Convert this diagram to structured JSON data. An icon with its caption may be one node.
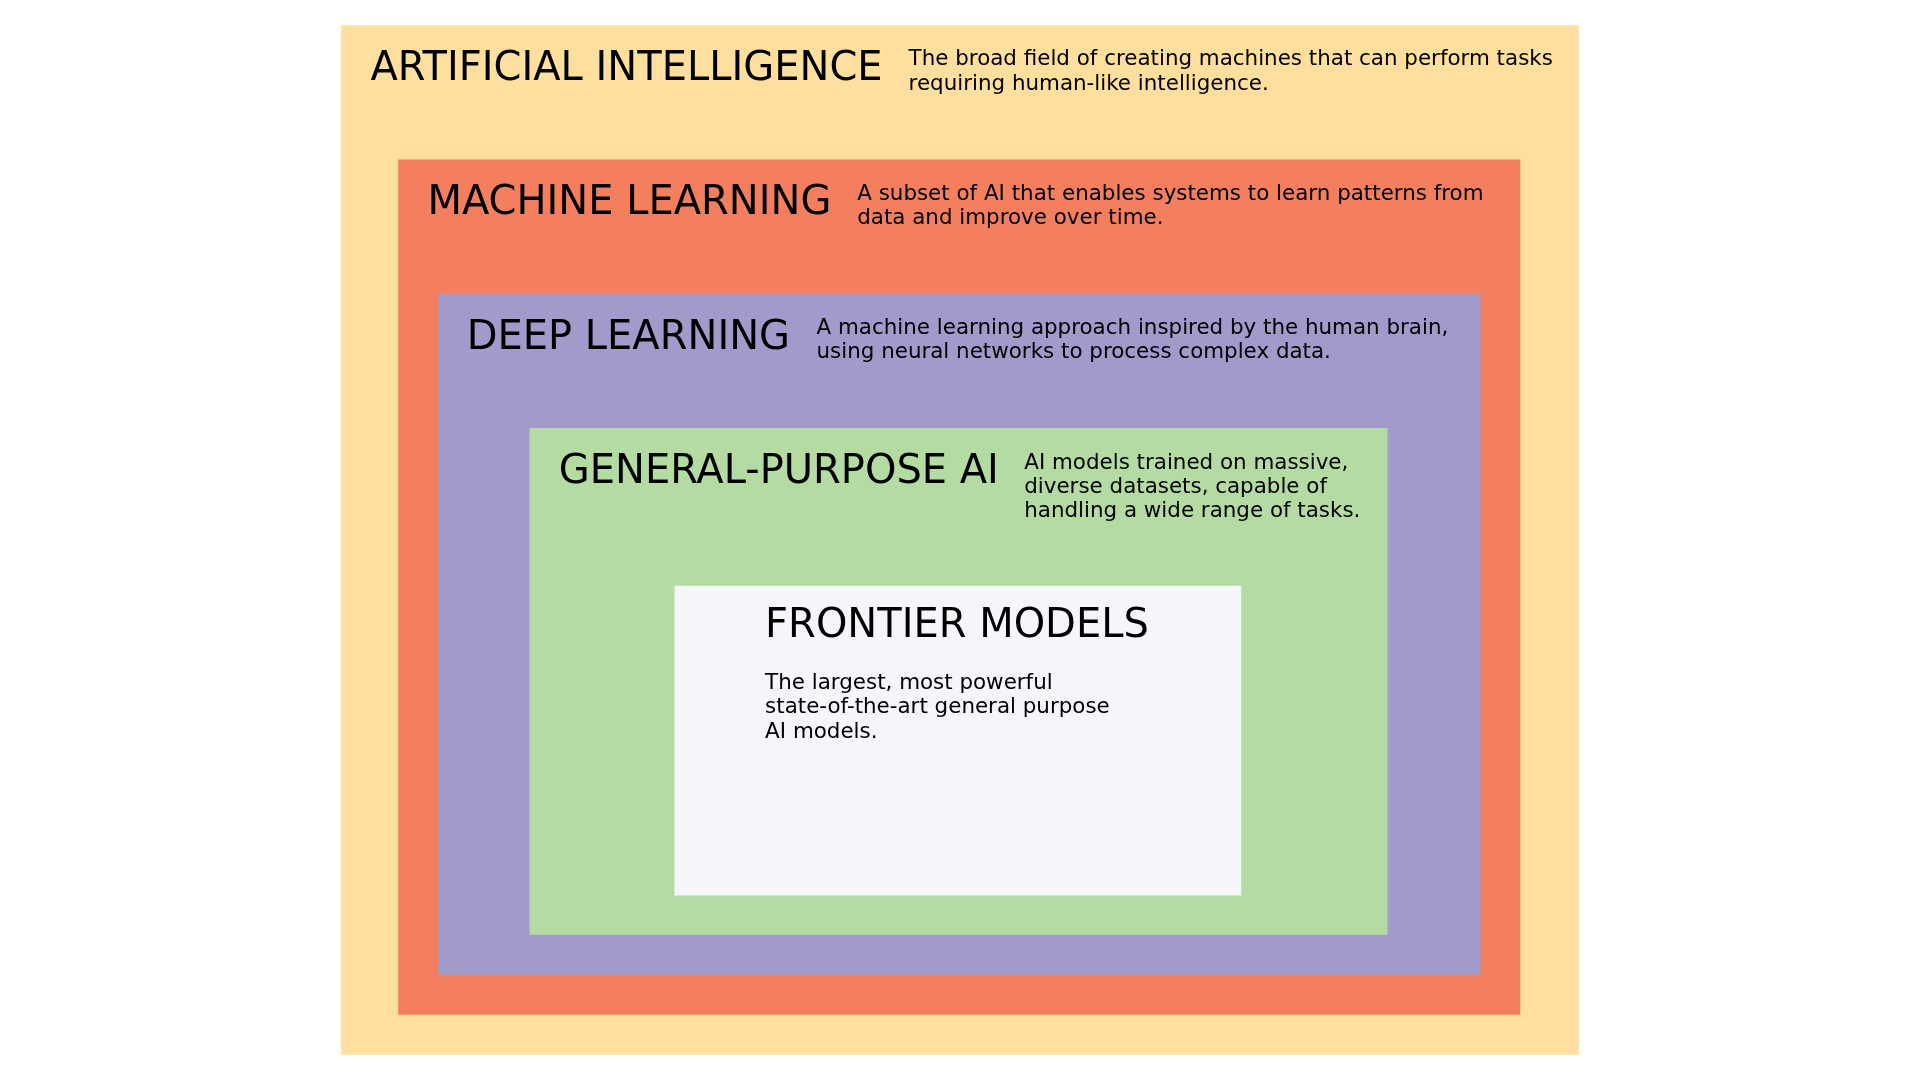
{
  "diagram": {
    "nodes": [
      {
        "text": [
          "ARTIFICIAL INTELLIGENCE",
          "The broad field of creating machines that can perform tasks requiring human-like intelligence."
        ]
      },
      {
        "text": [
          "MACHINE LEARNING",
          "A subset of AI that enables systems to learn patterns from data and improve over time."
        ],
        "in": 0
      },
      {
        "text": [
          "DEEP LEARNING",
          "A machine learning approach inspired by the human brain, using neural networks to process complex data."
        ],
        "in": 1
      },
      {
        "text": [
          "GENERAL-PURPOSE AI",
          "AI models trained on massive, diverse datasets, capable of handling a wide range of tasks."
        ],
        "in": 2
      },
      {
        "text": [
          "FRONTIER MODELS",
          "The largest, most powerful state-of-the-art general purpose AI models."
        ],
        "in": 3
      }
    ]
  }
}
